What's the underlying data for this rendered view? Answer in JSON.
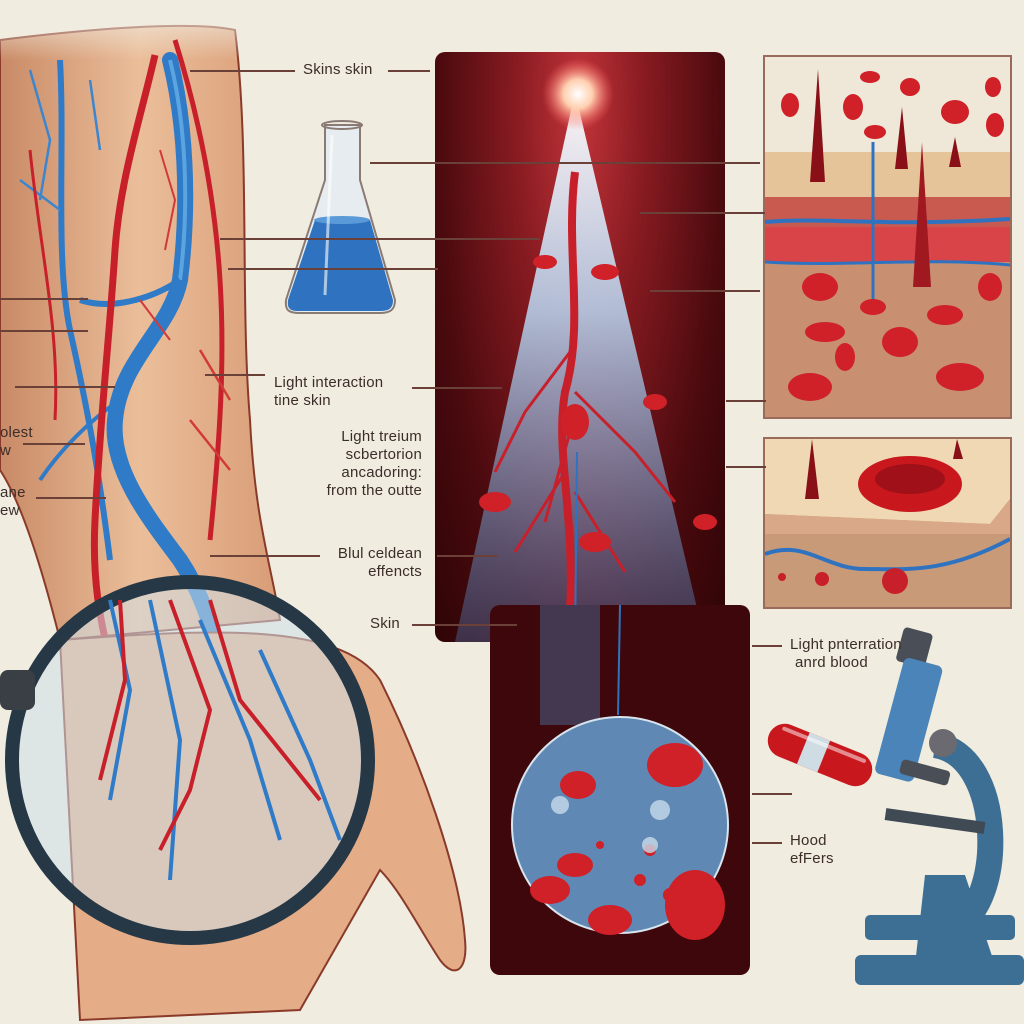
{
  "illustration": {
    "subject": "Light interaction with skin and blood vessels",
    "colors": {
      "background": "#f0ece0",
      "skin": "#e8b48e",
      "vein_blue": "#2f7bc8",
      "artery_red": "#c8202a",
      "dark_panel": "#4a0a0e",
      "microscope_blue": "#3d6f95",
      "leader_line": "#6a4038"
    }
  },
  "labels": {
    "top_center": "Skins skin",
    "left_edge_1_line1": "olest",
    "left_edge_1_line2": "w",
    "left_edge_2_line1": "ane",
    "left_edge_2_line2": "ew",
    "light_interaction_line1": "Light interaction",
    "light_interaction_line2": "tine skin",
    "light_treium_line1": "Light treium",
    "light_treium_line2": "scbertorion",
    "light_treium_line3": "ancadoring:",
    "light_treium_line4": "from the outte",
    "blood_effects_line1": "Blul celdean",
    "blood_effects_line2": "effencts",
    "skin": "Skin",
    "light_penetration_line1": "Light pnterration",
    "light_penetration_line2": "anrd blood",
    "hood_effects_line1": "Hood",
    "hood_effects_line2": "efFers"
  },
  "panels": {
    "arm": "Forearm with visible veins and arteries",
    "flask": "Erlenmeyer flask with blue liquid",
    "light_beam": "Light beam penetrating tissue with capillaries",
    "skin_cross_section_top": "Skin cross-section with red blood cells",
    "skin_cross_section_bottom": "Skin surface with red blood cell",
    "microscopic_view": "Circular magnified view of blood cells",
    "magnifier": "Magnifying glass over hand",
    "capsule": "Red capsule pill",
    "microscope": "Blue laboratory microscope"
  }
}
